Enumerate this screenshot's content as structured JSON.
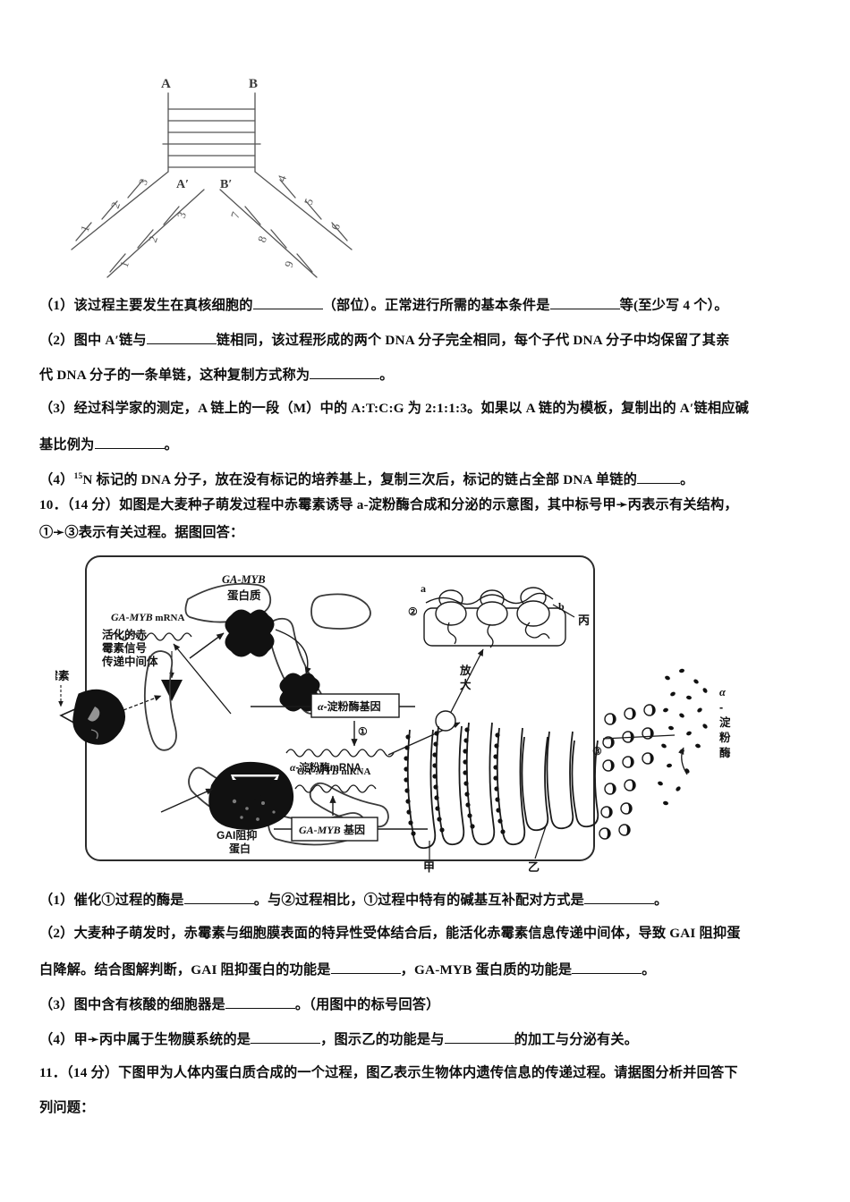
{
  "document": {
    "type": "exam-paper",
    "subject": "生物",
    "language": "zh-CN"
  },
  "dna_figure": {
    "name": "DNA复制叉示意图",
    "top_labels": [
      "A",
      "B"
    ],
    "mid_labels": [
      "A'",
      "B'"
    ],
    "outer_left_ticks": [
      "1",
      "2",
      "3"
    ],
    "inner_left_ticks": [
      "1",
      "2",
      "3"
    ],
    "inner_right_ticks": [
      "7",
      "8",
      "9"
    ],
    "outer_right_ticks": [
      "4",
      "5",
      "6"
    ],
    "rung_count": 6
  },
  "question9": {
    "items": [
      {
        "marker": "（1）",
        "segments": [
          {
            "t": "该过程主要发生在真核细胞的"
          },
          {
            "blank": "lg"
          },
          {
            "t": "（部位）。正常进行所需的基本条件是"
          },
          {
            "blank": "lg"
          },
          {
            "t": "等(至少写 4 个）。"
          }
        ]
      },
      {
        "marker": "（2）",
        "segments": [
          {
            "t": "图中 A′链与"
          },
          {
            "blank": "lg"
          },
          {
            "t": "链相同，该过程形成的两个 DNA 分子完全相同，每个子代 DNA 分子中均保留了其亲"
          }
        ]
      },
      {
        "marker": "",
        "segments": [
          {
            "t": "代 DNA 分子的一条单链，这种复制方式称为"
          },
          {
            "blank": "lg"
          },
          {
            "t": "。"
          }
        ]
      },
      {
        "marker": "（3）",
        "segments": [
          {
            "t": "经过科学家的测定，A 链上的一段（M）中的 A:T:C:G 为 2:1:1:3。如果以 A 链的为模板，复制出的 A′链相应碱"
          }
        ]
      },
      {
        "marker": "",
        "segments": [
          {
            "t": "基比例为"
          },
          {
            "blank": "lg"
          },
          {
            "t": "。"
          }
        ]
      },
      {
        "marker": "（4）",
        "isotope": "15",
        "segments": [
          {
            "t": "N 标记的 DNA 分子，放在没有标记的培养基上，复制三次后，标记的链占全部 DNA 单链的"
          },
          {
            "blank": "sm"
          },
          {
            "t": "。"
          }
        ]
      }
    ]
  },
  "question10": {
    "number": "10．",
    "score": "（14 分）",
    "stem_line1": "如图是大麦种子萌发过程中赤霉素诱导 a-淀粉酶合成和分泌的示意图，其中标号甲➛丙表示有关结构，",
    "stem_line2": "①➛③表示有关过程。据图回答：",
    "figure": {
      "name": "赤霉素诱导α-淀粉酶合成分泌示意图",
      "labels": {
        "gibberellin": "赤霉素",
        "signal_intermediate": "活化的赤\n霉素信号\n传递中间体",
        "ga_myb_protein": "GA-MYB\n蛋白质",
        "ga_myb_mrna": "GA-MYB mRNA",
        "amylase_gene": "α-淀粉酶基因",
        "amylase_mrna": "α-淀粉酶mRNA",
        "ga_myb_mrna2": "GA-MYB mRNA",
        "ga_myb_gene": "GA-MYB 基因",
        "gai_repressor": "GAI阻抑\n蛋白",
        "magnify": "放\n大",
        "ribosome_a": "a",
        "ribosome_b": "b",
        "process2": "②",
        "process1": "①",
        "process3": "③",
        "struct_bing": "丙",
        "struct_jia": "甲",
        "struct_yi": "乙",
        "amylase_vertical": "α-淀粉酶"
      }
    },
    "items": [
      {
        "marker": "（1）",
        "segments": [
          {
            "t": "催化①过程的酶是"
          },
          {
            "blank": "lg"
          },
          {
            "t": "。与②过程相比，①过程中特有的碱基互补配对方式是"
          },
          {
            "blank": "lg"
          },
          {
            "t": "。"
          }
        ]
      },
      {
        "marker": "（2）",
        "segments": [
          {
            "t": "大麦种子萌发时，赤霉素与细胞膜表面的特异性受体结合后，能活化赤霉素信息传递中间体，导致 GAI 阻抑蛋"
          }
        ]
      },
      {
        "marker": "",
        "segments": [
          {
            "t": "白降解。结合图解判断，GAI 阻抑蛋白的功能是"
          },
          {
            "blank": "lg"
          },
          {
            "t": "，GA-MYB 蛋白质的功能是"
          },
          {
            "blank": "lg"
          },
          {
            "t": "。"
          }
        ]
      },
      {
        "marker": "（3）",
        "segments": [
          {
            "t": "图中含有核酸的细胞器是"
          },
          {
            "blank": "lg"
          },
          {
            "t": "。（用图中的标号回答）"
          }
        ]
      },
      {
        "marker": "（4）",
        "segments": [
          {
            "t": "甲➛丙中属于生物膜系统的是"
          },
          {
            "blank": "lg"
          },
          {
            "t": "，图示乙的功能是与"
          },
          {
            "blank": "lg"
          },
          {
            "t": "的加工与分泌有关。"
          }
        ]
      }
    ]
  },
  "question11": {
    "number": "11．",
    "score": "（14 分）",
    "stem_line1": "下图甲为人体内蛋白质合成的一个过程，图乙表示生物体内遗传信息的传递过程。请据图分析并回答下",
    "stem_line2": "列问题："
  },
  "colors": {
    "ink": "#111111",
    "figure_stroke": "#3a3a3a",
    "page_bg": "#ffffff"
  }
}
